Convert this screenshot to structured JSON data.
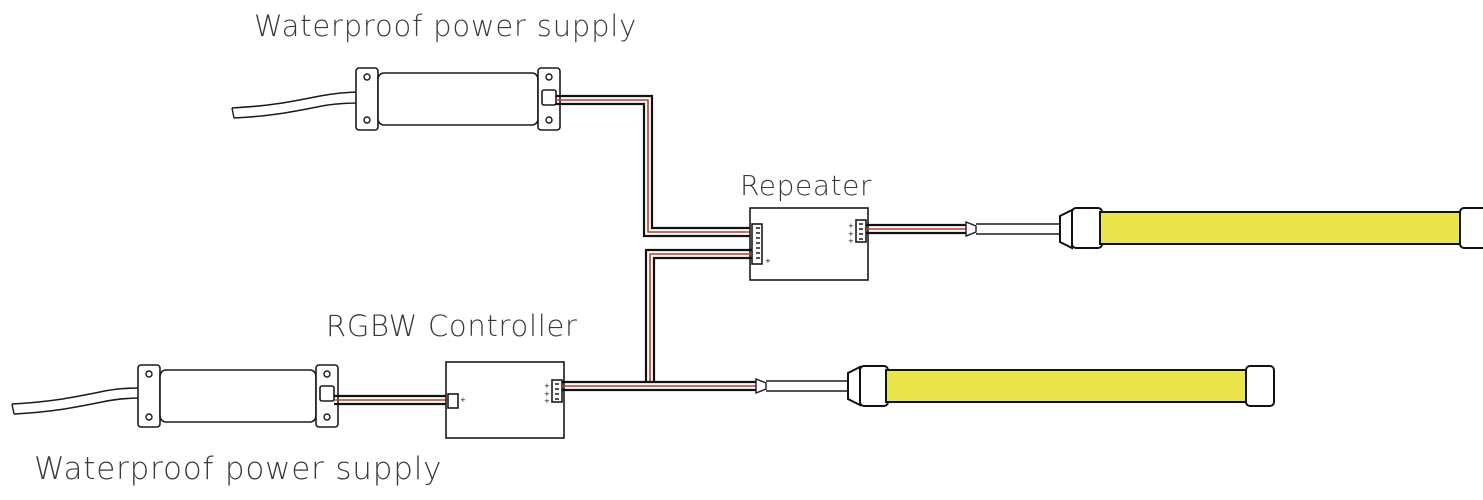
{
  "labels": {
    "psu_top": "Waterproof power supply",
    "repeater": "Repeater",
    "controller": "RGBW Controller",
    "psu_bottom": "Waterproof power supply"
  },
  "colors": {
    "led_light": "#ebe54c",
    "wire_red": "#c0392b",
    "wire_black": "#111111",
    "outline": "#1a1a1a"
  }
}
